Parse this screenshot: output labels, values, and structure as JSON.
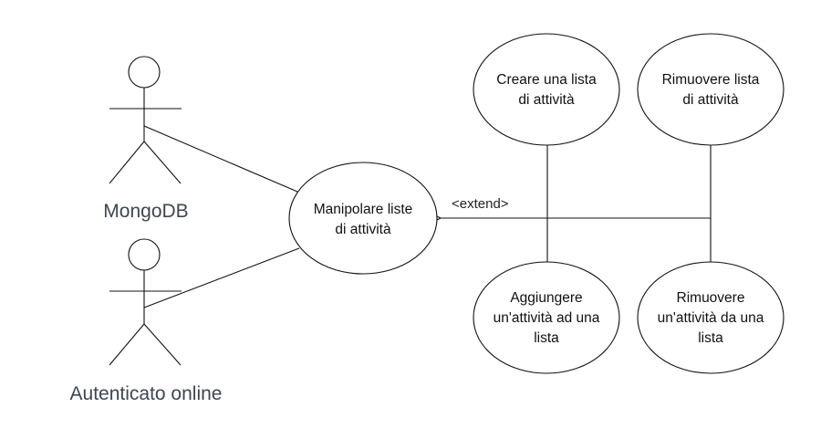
{
  "actors": [
    {
      "id": "mongodb",
      "label": "MongoDB"
    },
    {
      "id": "autenticato",
      "label": "Autenticato online"
    }
  ],
  "use_cases": [
    {
      "id": "manipolare",
      "lines": [
        "Manipolare liste",
        "di attività"
      ]
    },
    {
      "id": "creare",
      "lines": [
        "Creare una lista",
        "di attività"
      ]
    },
    {
      "id": "rimuovere-lista",
      "lines": [
        "Rimuovere lista",
        "di attività"
      ]
    },
    {
      "id": "aggiungere",
      "lines": [
        "Aggiungere",
        "un'attività ad una",
        "lista"
      ]
    },
    {
      "id": "rimuovere-attivita",
      "lines": [
        "Rimuovere",
        "un'attività da una",
        "lista"
      ]
    }
  ],
  "extend_label": "<extend>"
}
